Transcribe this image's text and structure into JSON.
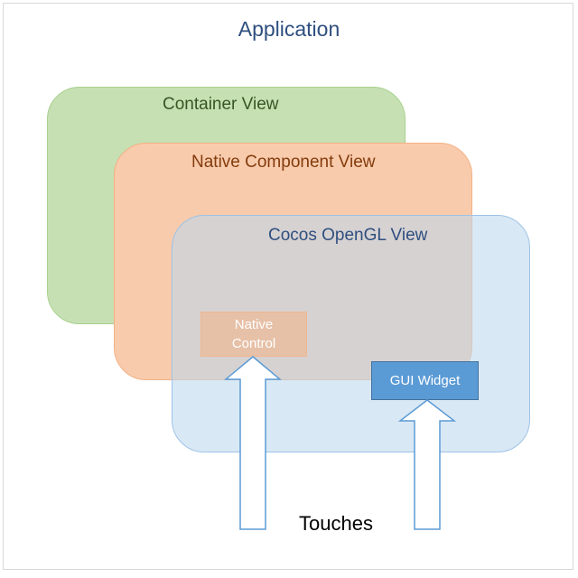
{
  "diagram": {
    "application_label": "Application",
    "container_view_label": "Container View",
    "native_component_view_label": "Native Component View",
    "cocos_view_label": "Cocos OpenGL View",
    "native_control_lines": [
      "Native",
      "Control"
    ],
    "gui_widget_label": "GUI Widget",
    "touches_label": "Touches"
  },
  "colors": {
    "container_fill": "#c6e0b4",
    "native_view_fill": "#f8cbad",
    "cocos_fill": "#bdd7ee",
    "gui_widget_fill": "#5b9bd5",
    "arrow_stroke": "#5b9bd5"
  }
}
